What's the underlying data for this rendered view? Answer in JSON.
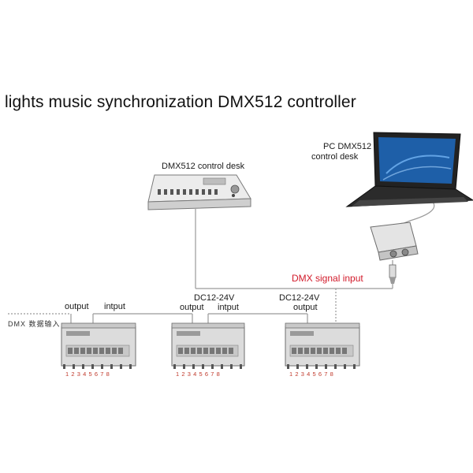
{
  "title": "lights music synchronization DMX512 controller",
  "labels": {
    "control_desk": "DMX512 control desk",
    "pc_line1": "PC DMX512",
    "pc_line2": "control desk",
    "signal_input": "DMX signal input",
    "dmx_input": "DMX 数据输入",
    "decoder1_output": "output",
    "decoder1_input": "intput",
    "decoder2_power": "DC12-24V",
    "decoder2_output": "output",
    "decoder2_input": "intput",
    "decoder3_power": "DC12-24V",
    "decoder3_output": "output"
  },
  "channel_numbers": "12345678",
  "colors": {
    "signal_label": "#d21a2a",
    "wire": "#9a9a9a",
    "device": "#dcdcdc",
    "laptop_screen": "#1e5fa8"
  },
  "icons": [
    "control-desk-icon",
    "laptop-icon",
    "usb-dmx-converter-icon",
    "dmx-decoder-icon"
  ]
}
